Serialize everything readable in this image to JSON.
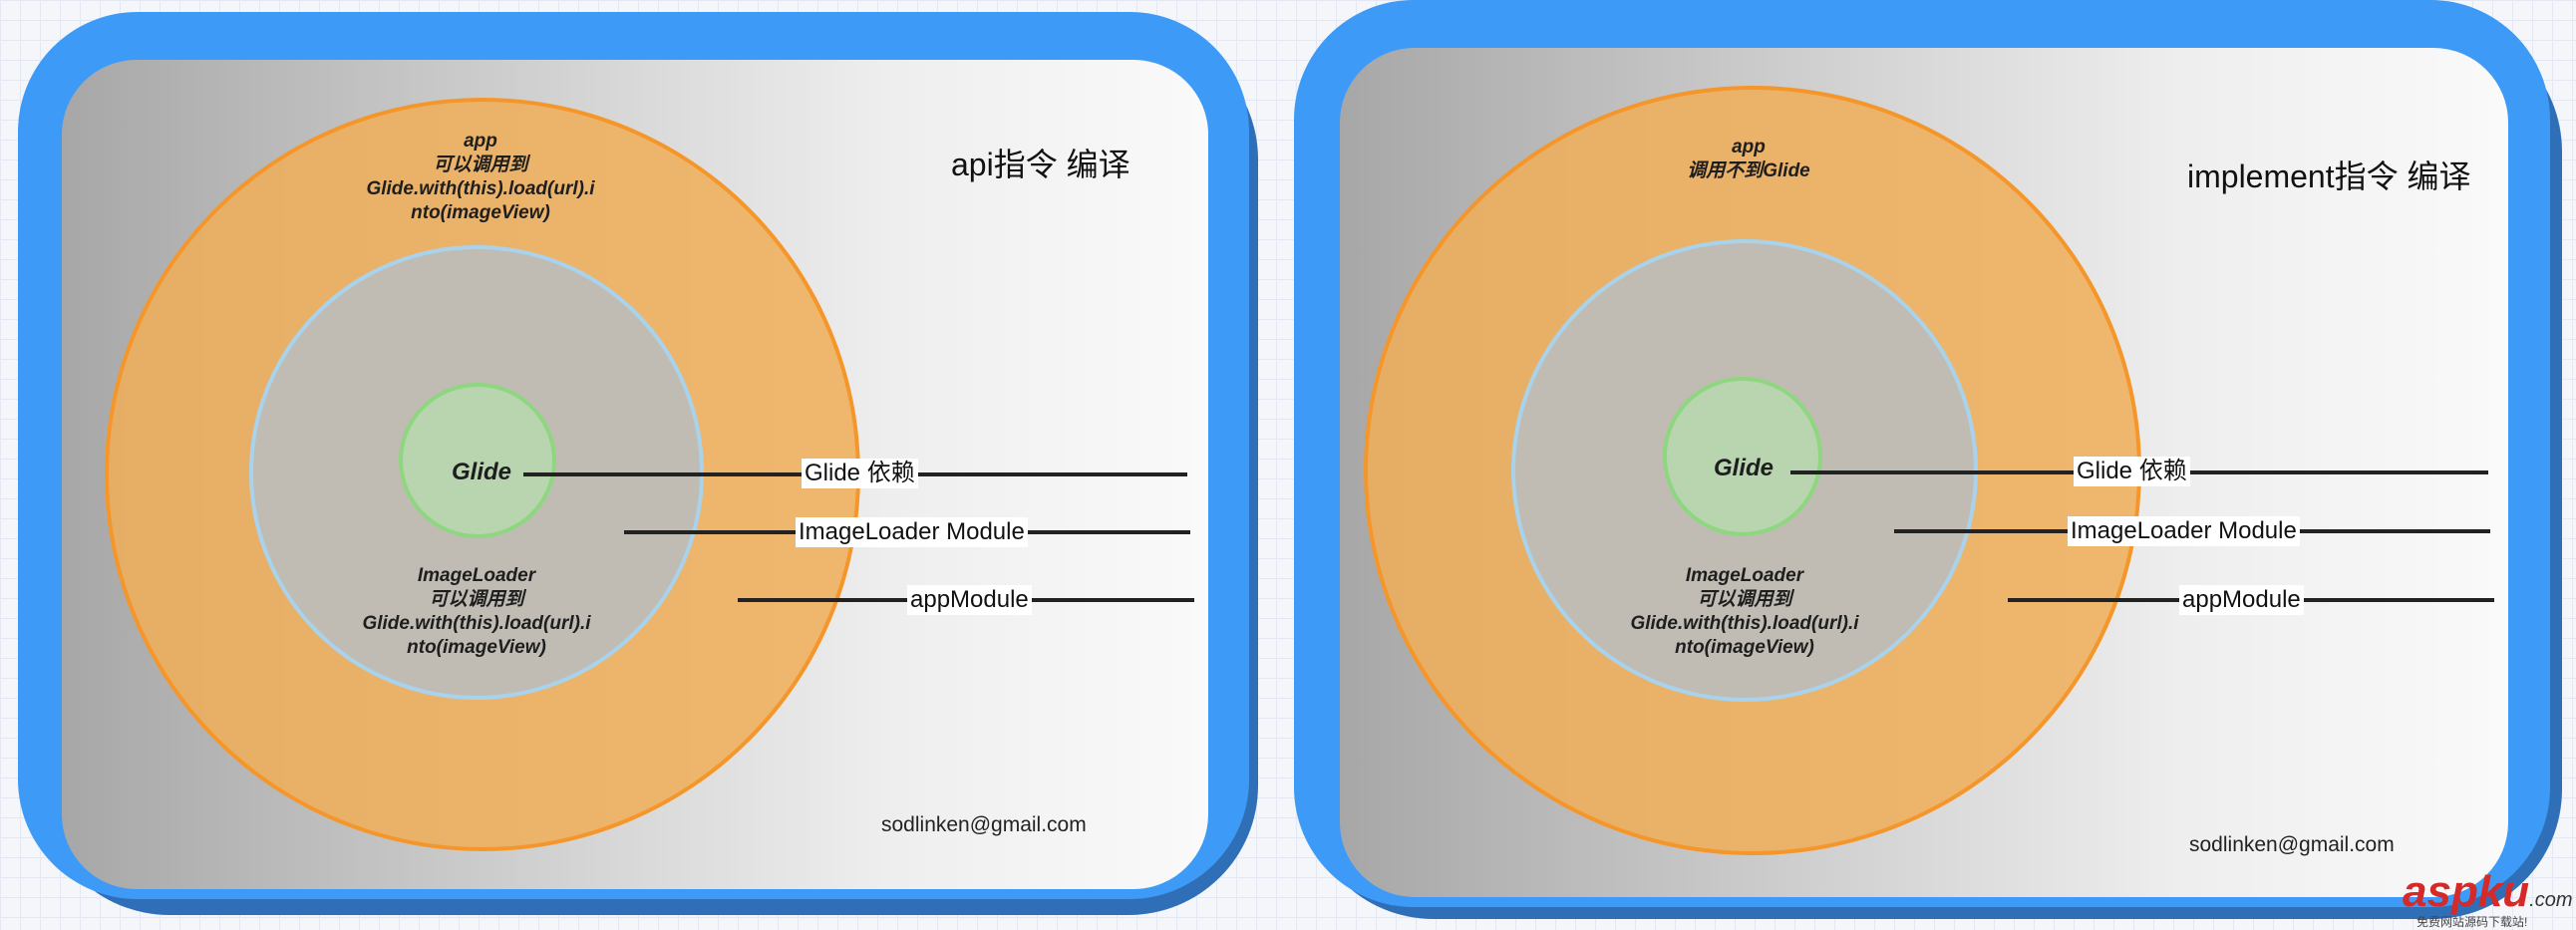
{
  "panels": [
    {
      "title": "api指令 编译",
      "email": "sodlinken@gmail.com",
      "outer_label": "app\n可以调用到\nGlide.with(this).load(url).i\nnto(imageView)",
      "middle_label": "ImageLoader\n可以调用到\nGlide.with(this).load(url).i\nnto(imageView)",
      "inner_label": "Glide",
      "leaders": [
        "Glide 依赖",
        "ImageLoader Module",
        "appModule"
      ]
    },
    {
      "title": "implement指令 编译",
      "email": "sodlinken@gmail.com",
      "outer_label": "app\n调用不到Glide",
      "middle_label": "ImageLoader\n可以调用到\nGlide.with(this).load(url).i\nnto(imageView)",
      "inner_label": "Glide",
      "leaders": [
        "Glide 依赖",
        "ImageLoader Module",
        "appModule"
      ]
    }
  ],
  "watermark": {
    "brand": "aspku",
    "tld": ".com",
    "tagline": "免费网站源码下载站!"
  },
  "colors": {
    "frame_blue": "#3d9bf7",
    "outer_circle_orange": "#f5962a",
    "middle_circle_border": "#a9d3ec",
    "inner_circle_green": "#8ed67f"
  }
}
